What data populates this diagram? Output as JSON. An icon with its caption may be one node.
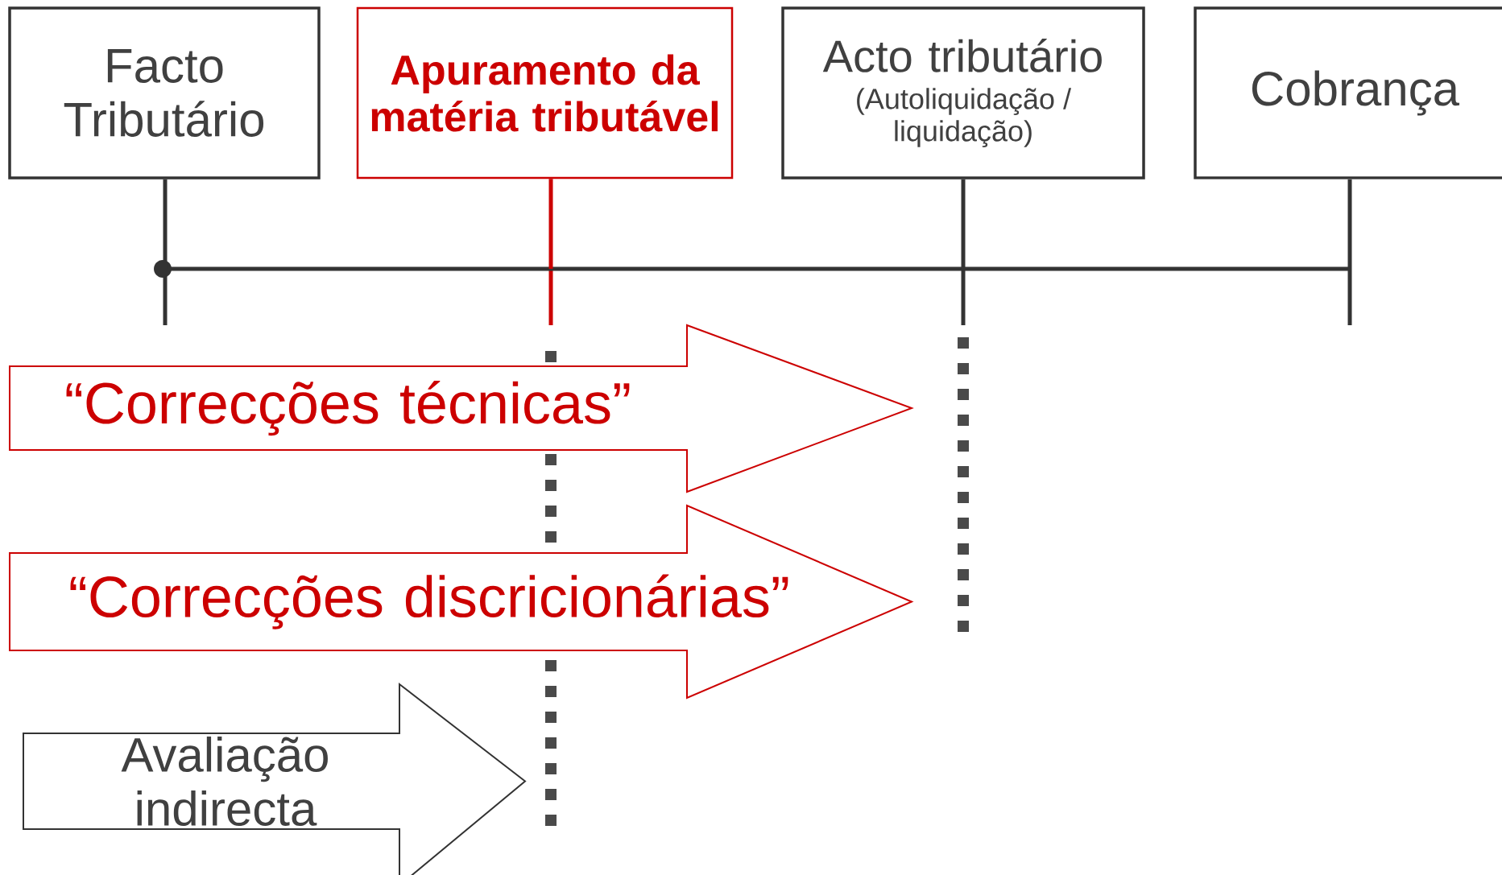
{
  "diagram": {
    "nodes": [
      {
        "text": [
          "Facto Tributário"
        ]
      },
      {
        "text": [
          "Apuramento da matéria tributável"
        ]
      },
      {
        "text": [
          "Acto tributário",
          "(Autoliquidação / liquidação)"
        ]
      },
      {
        "text": [
          "Cobrança"
        ]
      },
      {
        "text": [],
        "shape": "bar"
      },
      {
        "text": [
          "“Correcções técnicas”"
        ]
      },
      {
        "text": [
          "“Correcções discricionárias”"
        ]
      },
      {
        "text": [
          "Avaliação indirecta"
        ]
      }
    ],
    "edges": [
      {
        "from": 0,
        "to": 4,
        "arrow": "none"
      },
      {
        "from": 1,
        "to": 4,
        "arrow": "none",
        "color": "#cc0000"
      },
      {
        "from": 2,
        "to": 4,
        "arrow": "none"
      },
      {
        "from": 3,
        "to": 4,
        "arrow": "none"
      }
    ]
  }
}
